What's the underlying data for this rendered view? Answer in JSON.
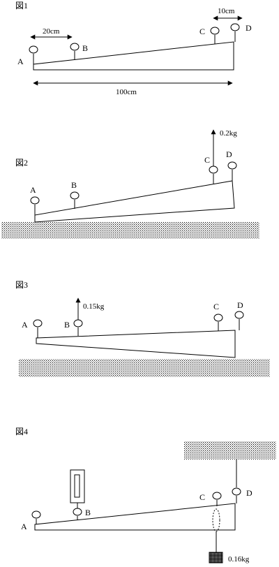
{
  "figure1": {
    "title": "図1",
    "labels": {
      "a": "A",
      "b": "B",
      "c": "C",
      "d": "D"
    },
    "dim_ab": "20cm",
    "dim_cd": "10cm",
    "dim_total": "100cm"
  },
  "figure2": {
    "title": "図2",
    "labels": {
      "a": "A",
      "b": "B",
      "c": "C",
      "d": "D"
    },
    "force": "0.2kg"
  },
  "figure3": {
    "title": "図3",
    "labels": {
      "a": "A",
      "b": "B",
      "c": "C",
      "d": "D"
    },
    "force": "0.15kg"
  },
  "figure4": {
    "title": "図4",
    "labels": {
      "a": "A",
      "b": "B",
      "c": "C",
      "d": "D"
    },
    "weight": "0.16kg"
  }
}
